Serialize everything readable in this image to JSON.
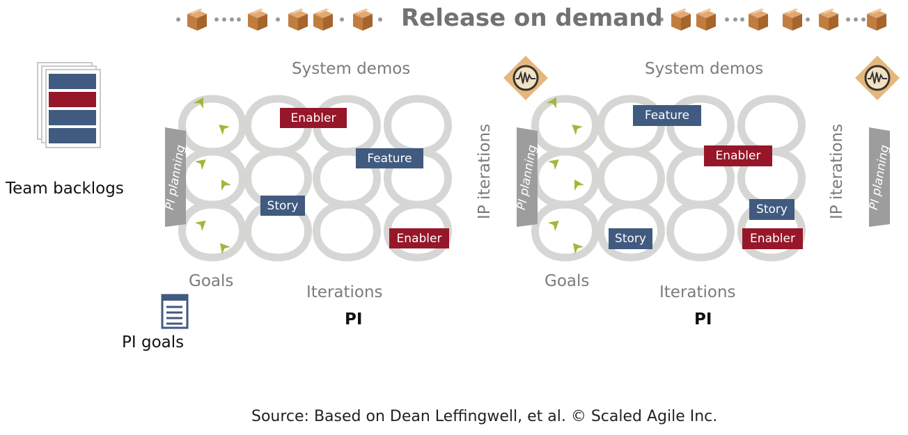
{
  "header": {
    "title": "Release on demand"
  },
  "team_backlogs": {
    "label": "Team backlogs"
  },
  "pi_goals": {
    "label": "PI goals"
  },
  "source": "Source: Based on Dean Leffingwell, et al. © Scaled Agile Inc.",
  "pi_left": {
    "pi_planning": "PI planning",
    "system_demos": "System demos",
    "goals": "Goals",
    "iterations": "Iterations",
    "pi": "PI",
    "items": [
      "Enabler",
      "Feature",
      "Story",
      "Enabler"
    ]
  },
  "ip_iterations_1": "IP iterations",
  "pi_right": {
    "pi_planning": "PI planning",
    "system_demos": "System demos",
    "goals": "Goals",
    "iterations": "Iterations",
    "pi": "PI",
    "items": [
      "Feature",
      "Enabler",
      "Story",
      "Story",
      "Enabler"
    ]
  },
  "ip_iterations_2": "IP iterations",
  "pi_planning_end": "PI planning",
  "colors": {
    "loop": "#d6d6d4",
    "story_blue": "#405a80",
    "enabler_red": "#96172a",
    "arrow_green": "#a5b53a",
    "pi_planning_grey": "#9d9d9d",
    "box": "#c88a50",
    "demo_diamond": "#e6b77b"
  },
  "icons": {
    "package": "package-icon",
    "demo": "system-demo-icon",
    "backlog": "backlog-stack-icon",
    "goals_doc": "document-icon"
  }
}
